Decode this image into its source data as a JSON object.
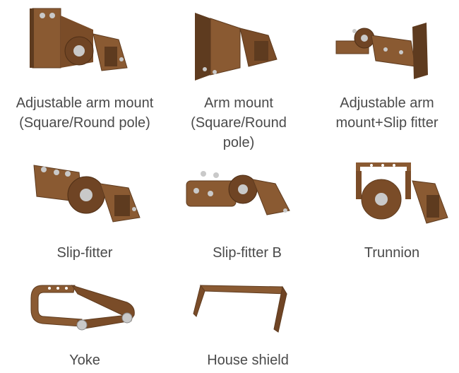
{
  "colors": {
    "bronze": "#8a5a32",
    "bronze_dark": "#5e3b1f",
    "bronze_light": "#a8744a",
    "steel": "#c9c9c9",
    "label_text": "#4a4a4a"
  },
  "items": [
    {
      "label": "Adjustable arm mount\n(Square/Round pole)",
      "icon": "adjustable-arm-mount-icon"
    },
    {
      "label": "Arm mount\n(Square/Round\npole)",
      "icon": "arm-mount-icon"
    },
    {
      "label": "Adjustable arm\nmount+Slip fitter",
      "icon": "adjustable-arm-slip-fitter-icon"
    },
    {
      "label": "Slip-fitter",
      "icon": "slip-fitter-icon"
    },
    {
      "label": "Slip-fitter B",
      "icon": "slip-fitter-b-icon"
    },
    {
      "label": "Trunnion",
      "icon": "trunnion-icon"
    },
    {
      "label": "Yoke",
      "icon": "yoke-icon"
    },
    {
      "label": "House shield",
      "icon": "house-shield-icon"
    }
  ]
}
